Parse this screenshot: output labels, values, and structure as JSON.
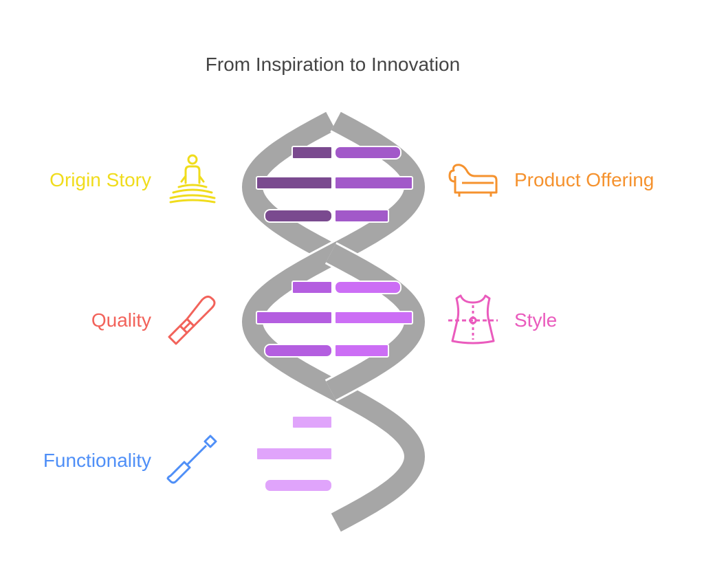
{
  "title": "From Inspiration to Innovation",
  "items": [
    {
      "label": "Origin Story",
      "color": "#f0dc1c",
      "icon": "meditation-person-icon",
      "side": "left"
    },
    {
      "label": "Product Offering",
      "color": "#f5922e",
      "icon": "sofa-icon",
      "side": "right"
    },
    {
      "label": "Quality",
      "color": "#f2625a",
      "icon": "lipstick-icon",
      "side": "left"
    },
    {
      "label": "Style",
      "color": "#ea5bbd",
      "icon": "dress-pattern-icon",
      "side": "right"
    },
    {
      "label": "Functionality",
      "color": "#4f8ff7",
      "icon": "tool-icon",
      "side": "left"
    }
  ],
  "colors": {
    "strand": "#a6a6a6",
    "group1": [
      "#7a4a8f",
      "#a259c9"
    ],
    "group2": [
      "#b45ee0",
      "#cc6ef5"
    ],
    "group3": [
      "#e0a4fb",
      "#e0a4fb"
    ]
  }
}
